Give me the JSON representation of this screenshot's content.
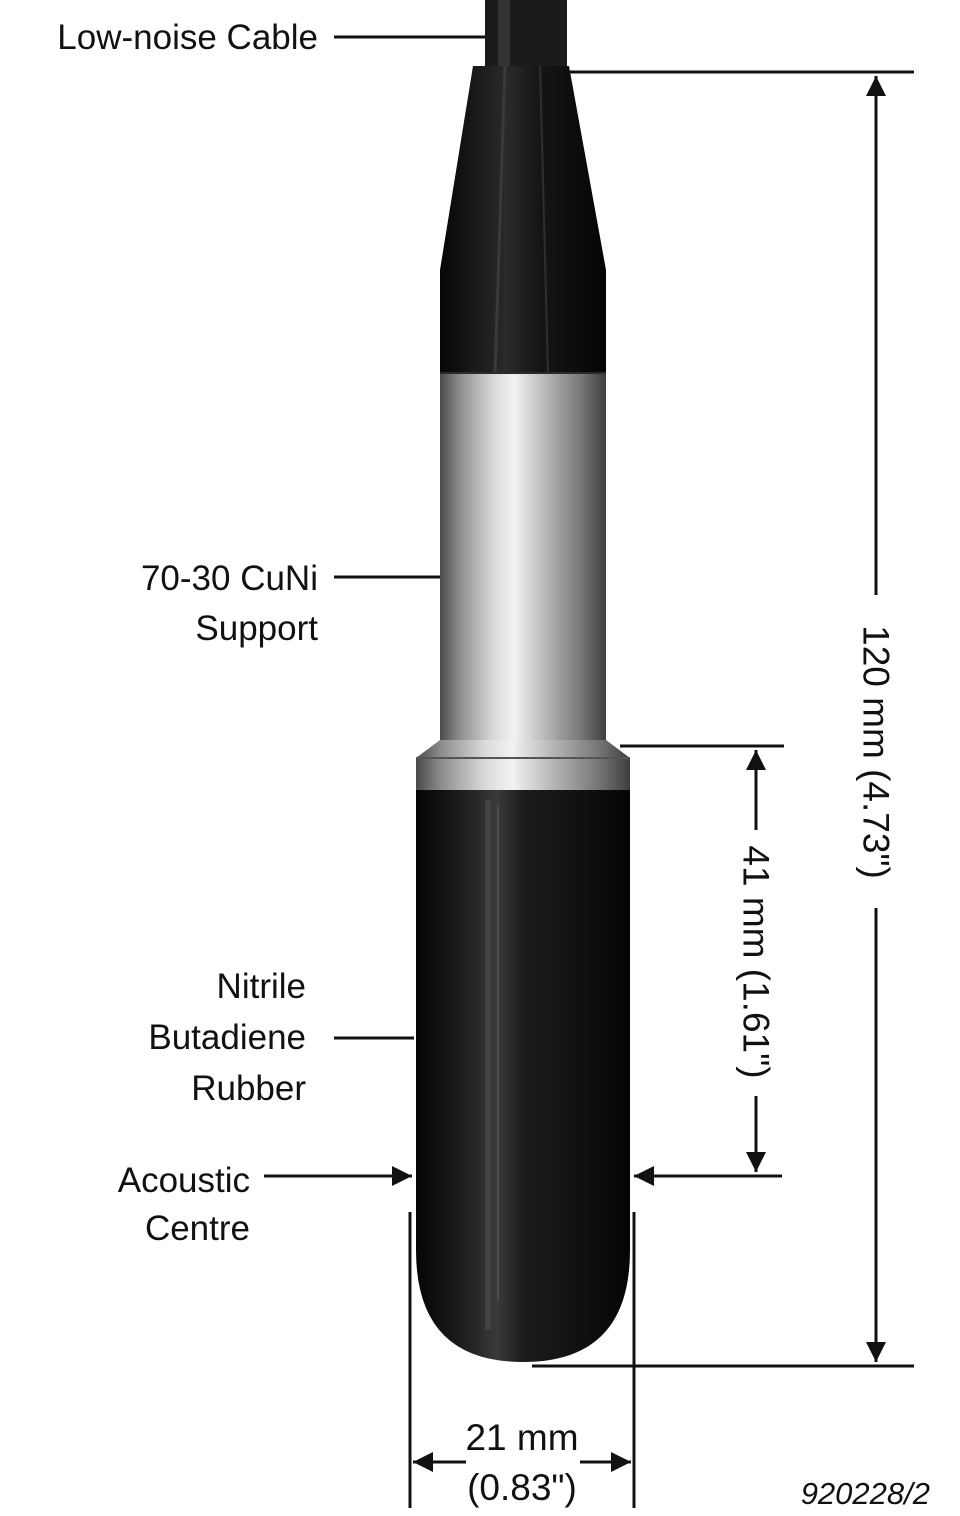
{
  "labels": {
    "cable": "Low-noise Cable",
    "support_line1": "70-30 CuNi",
    "support_line2": "Support",
    "rubber_line1": "Nitrile",
    "rubber_line2": "Butadiene",
    "rubber_line3": "Rubber",
    "acoustic_line1": "Acoustic",
    "acoustic_line2": "Centre"
  },
  "dimensions": {
    "total_length": "120 mm (4.73\")",
    "acoustic_offset": "41 mm (1.61\")",
    "diameter_line1": "21 mm",
    "diameter_line2": "(0.83\")"
  },
  "figure_id": "920228/2",
  "colors": {
    "ink": "#111111",
    "rubber": "#141414",
    "metal_light": "#e6e6e6",
    "metal_dark": "#5a5a5a"
  }
}
